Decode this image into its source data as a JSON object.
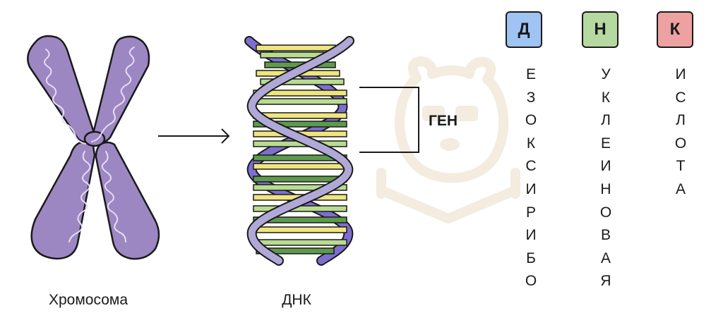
{
  "labels": {
    "chromosome": "Хромосома",
    "dna": "ДНК",
    "gene": "ГЕН"
  },
  "acronym": [
    {
      "letter": "Д",
      "color": "#9fc3f3",
      "word": [
        "Е",
        "З",
        "О",
        "К",
        "С",
        "И",
        "Р",
        "И",
        "Б",
        "О"
      ]
    },
    {
      "letter": "Н",
      "color": "#b5d9a0",
      "word": [
        "У",
        "К",
        "Л",
        "Е",
        "И",
        "Н",
        "О",
        "В",
        "А",
        "Я"
      ]
    },
    {
      "letter": "К",
      "color": "#eda1a0",
      "word": [
        "И",
        "С",
        "Л",
        "О",
        "Т",
        "А"
      ]
    }
  ],
  "colors": {
    "chromosome_fill": "#9d87c2",
    "chromosome_thread": "#e6dcf5",
    "helix_front": "#b0a9d8",
    "helix_back": "#7d6fd0",
    "rung_yellow": "#efe57f",
    "rung_green_light": "#b8dc8f",
    "rung_green_dark": "#5e9a4c",
    "watermark": "#f5efe4"
  }
}
